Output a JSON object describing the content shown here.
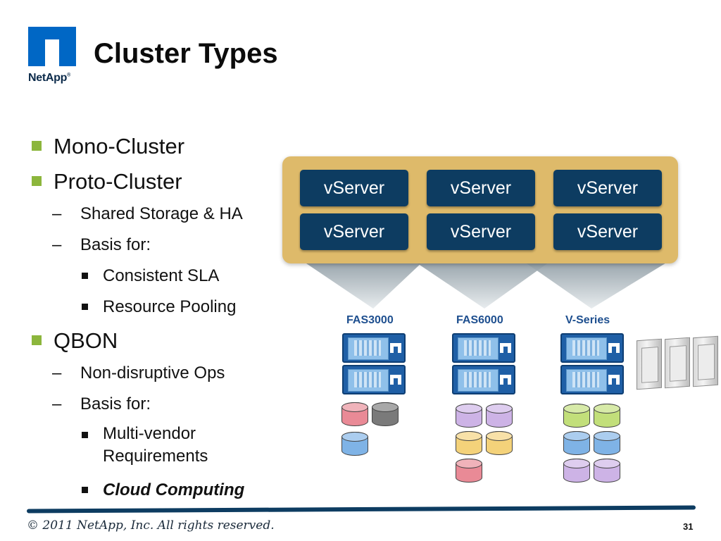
{
  "logo": {
    "brand": "NetApp"
  },
  "title": "Cluster Types",
  "bullets": {
    "mono": "Mono-Cluster",
    "proto": "Proto-Cluster",
    "proto_sub1": "Shared Storage & HA",
    "proto_sub2": "Basis for:",
    "proto_sub2_items": [
      "Consistent SLA",
      "Resource Pooling"
    ],
    "qbon": "QBON",
    "qbon_sub1": "Non-disruptive Ops",
    "qbon_sub2": "Basis for:",
    "qbon_sub2_items": [
      "Multi-vendor Requirements",
      "Cloud Computing"
    ],
    "dash": "–"
  },
  "diagram": {
    "vserver_label": "vServer",
    "systems": [
      "FAS3000",
      "FAS6000",
      "V-Series"
    ],
    "colors": {
      "tray": "#deba6a",
      "vserver": "#0d3c61",
      "label": "#1e4f8f",
      "disk_pink": "#e98a96",
      "disk_gray": "#7a7a7a",
      "disk_blue": "#7fb3e6",
      "disk_purple": "#cdb3e6",
      "disk_yellow": "#f4d27a",
      "disk_green": "#c2df7a"
    }
  },
  "footer": {
    "copyright": "© 2011 NetApp, Inc. All rights reserved.",
    "page": "31"
  }
}
